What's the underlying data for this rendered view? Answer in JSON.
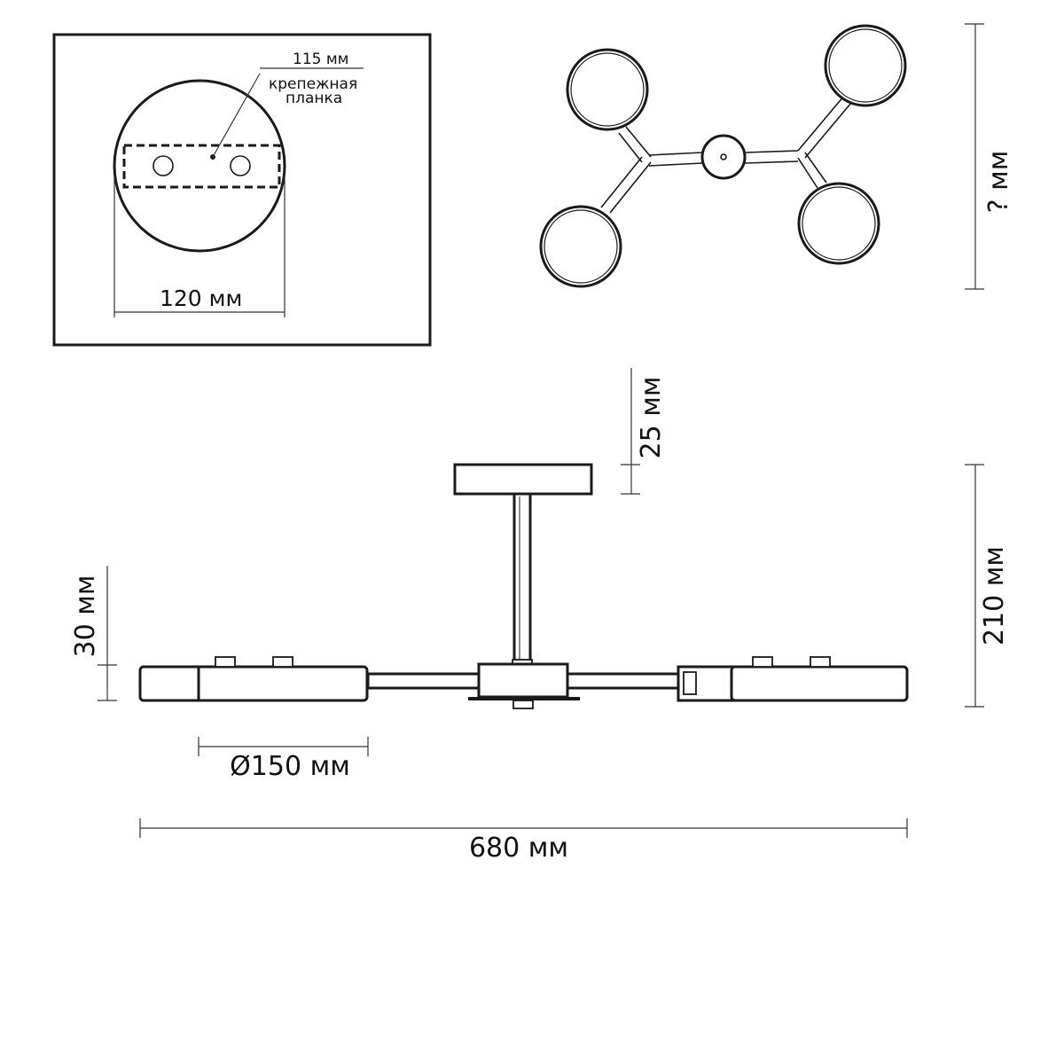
{
  "inset": {
    "plate_label": "115 мм",
    "mount_label_line1": "крепежная",
    "mount_label_line2": "планка",
    "width_label": "120 мм"
  },
  "top_view": {
    "depth_label": "? мм"
  },
  "side_view": {
    "canopy_height_label": "25 мм",
    "shade_height_label": "30 мм",
    "total_height_label": "210 мм",
    "shade_diameter_label": "Ø150 мм",
    "total_width_label": "680 мм"
  },
  "colors": {
    "line": "#1a1a1a",
    "dimension": "#333333",
    "background": "#ffffff"
  }
}
